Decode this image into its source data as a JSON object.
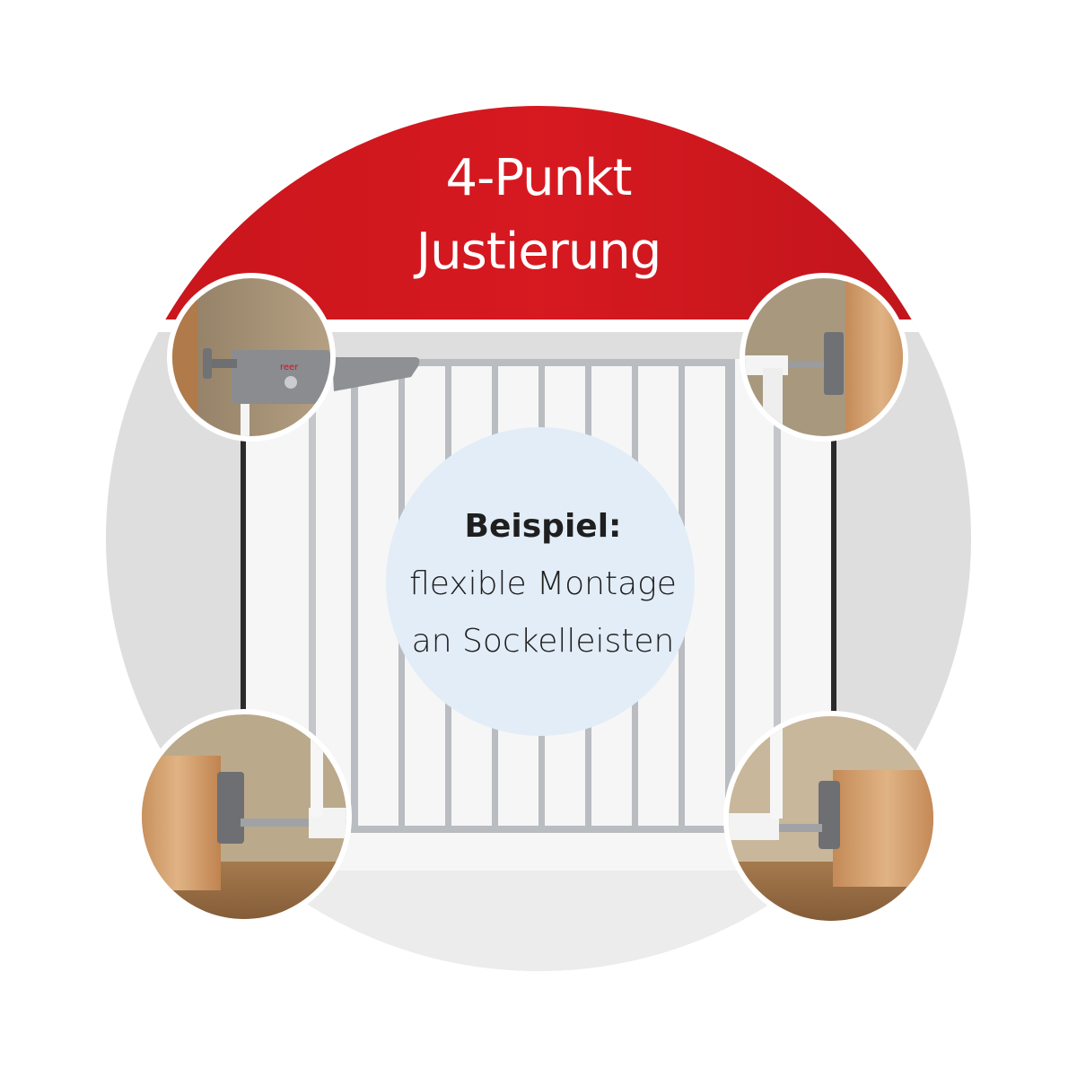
{
  "headline": {
    "line1": "4-Punkt",
    "line2": "Justierung"
  },
  "info": {
    "title": "Beispiel:",
    "line1": "flexible Montage",
    "line2": "an Sockelleisten"
  },
  "logo": {
    "text": "reer"
  },
  "colors": {
    "banner_red": "#c8161d",
    "backdrop_grey": "#dedede",
    "info_circle": "#e3edf7",
    "gate_frame": "#b9bcc0",
    "wood": "#d9a878"
  },
  "icons": [
    "adjustment-screw-icon"
  ]
}
